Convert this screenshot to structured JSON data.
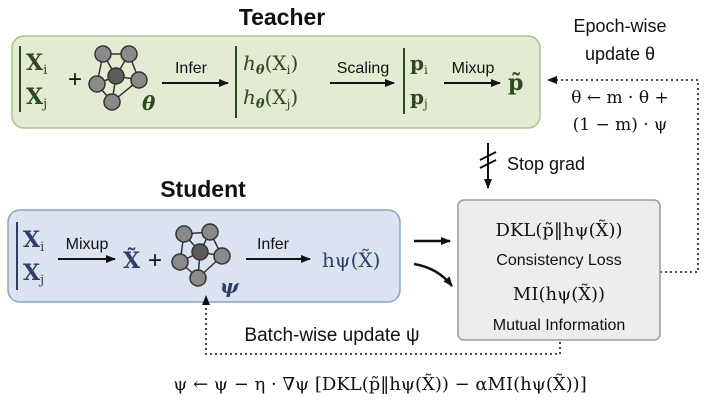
{
  "teacher": {
    "title": "Teacher",
    "inputs": [
      "X",
      "X"
    ],
    "input_subs": [
      "i",
      "j"
    ],
    "net_param": "θ",
    "infer_label": "Infer",
    "output_func": "h",
    "output_func_sub": "θ",
    "output_args": [
      "(X",
      "(X"
    ],
    "scaling_label": "Scaling",
    "probs": [
      "p",
      "p"
    ],
    "mixup_label": "Mixup",
    "mixed_prob": "p̃"
  },
  "student": {
    "title": "Student",
    "inputs": [
      "X",
      "X"
    ],
    "input_subs": [
      "i",
      "j"
    ],
    "mixup_label": "Mixup",
    "mixed_input": "X̃",
    "net_param": "ψ",
    "infer_label": "Infer",
    "output": "hψ(X̃)"
  },
  "loss_box": {
    "kl_term": "DKL(p̃‖hψ(X̃))",
    "consistency_label": "Consistency Loss",
    "mi_term": "MI(hψ(X̃))",
    "mi_label": "Mutual Information"
  },
  "stop_grad_label": "Stop grad",
  "epoch_update": {
    "line1": "Epoch-wise",
    "line2": "update θ",
    "rule_line1": "θ ← m · θ +",
    "rule_line2": "(1 − m) · ψ"
  },
  "batch_update": {
    "label": "Batch-wise update ψ",
    "rule": "ψ ← ψ − η · ∇ψ [DKL(p̃‖hψ(X̃)) − αMI(hψ(X̃))]"
  },
  "colors": {
    "teacher_fill": "#e3ecd3",
    "teacher_border": "#a9c38f",
    "student_fill": "#dbe3f1",
    "student_border": "#8ea2c7",
    "loss_fill": "#ededed",
    "loss_border": "#9a9a9a",
    "node_fill": "#6f6f6f",
    "teacher_text": "#2d4a1c",
    "student_text": "#2f3e66"
  }
}
